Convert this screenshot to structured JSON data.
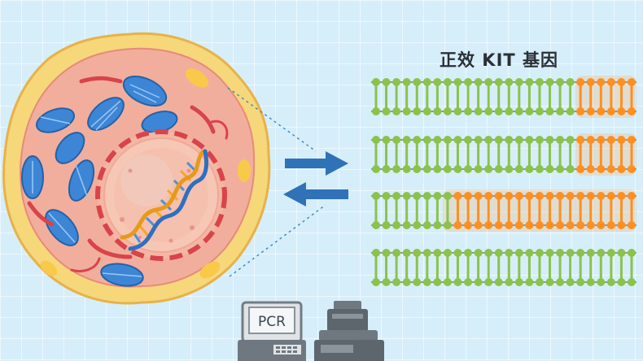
{
  "title": "正效 KIT 基因",
  "pcr_label": "PCR",
  "colors": {
    "normal_gene": "#8bc34a",
    "mutated_gene": "#ff8f1f",
    "arrow": "#2f72b8",
    "cell_membrane": "#f6d77a",
    "cytoplasm": "#f2ae9c",
    "mitochondria": "#3d86d6",
    "er": "#d9434a"
  },
  "icons": {
    "cell": "cell-illustration",
    "dna": "dna-helix-icon",
    "right_arrow": "arrow-right-icon",
    "left_arrow": "arrow-left-icon",
    "pcr": "pcr-machine-icon",
    "sequencer": "sequencer-icon"
  },
  "gene_strands": [
    {
      "mutated_fraction": 0.2
    },
    {
      "mutated_fraction": 0.2
    },
    {
      "mutated_fraction": 0.72
    },
    {
      "mutated_fraction": 0.0
    }
  ]
}
